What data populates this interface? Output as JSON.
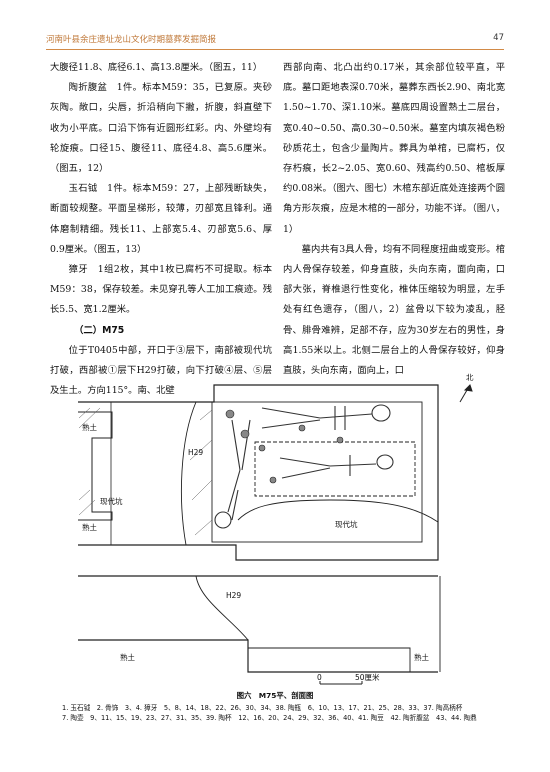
{
  "header": {
    "title": "河南叶县余庄遗址龙山文化时期墓葬发掘简报",
    "page": "47"
  },
  "left_paragraphs": [
    {
      "cls": "",
      "text": "大腹径11.8、底径6.1、高13.8厘米。（图五，11）"
    },
    {
      "cls": "ind",
      "text": "陶折腹盆　1件。标本M59：35，已复原。夹砂灰陶。敞口，尖唇，折沿稍向下撇，折腹，斜直壁下收为小平底。口沿下饰有近圆形红彩。内、外壁均有轮旋痕。口径15、腹径11、底径4.8、高5.6厘米。（图五，12）"
    },
    {
      "cls": "ind",
      "text": "玉石钺　1件。标本M59：27，上部残断缺失，断面较规整。平面呈梯形，较薄，刃部宽且锋利。通体磨制精细。残长11、上部宽5.4、刃部宽5.6、厚0.9厘米。（图五，13）"
    },
    {
      "cls": "ind",
      "text": "獐牙　1组2枚，其中1枚已腐朽不可提取。标本M59：38，保存较差。未见穿孔等人工加工痕迹。残长5.5、宽1.2厘米。"
    },
    {
      "cls": "h",
      "text": "（二）M75"
    },
    {
      "cls": "ind",
      "text": "位于T0405中部，开口于③层下，南部被现代坑打破，西部被①层下H29打破，向下打破④层、⑤层及生土。方向115°。南、北壁"
    }
  ],
  "right_paragraphs": [
    {
      "cls": "",
      "text": "西部向南、北凸出约0.17米，其余部位较平直，平底。墓口距地表深0.70米，墓葬东西长2.90、南北宽1.50~1.70、深1.10米。墓底四周设置熟土二层台，宽0.40~0.50、高0.30~0.50米。墓室内填灰褐色粉砂质花土，包含少量陶片。葬具为单棺，已腐朽，仅存朽痕，长2~2.05、宽0.60、残高约0.50、棺板厚约0.08米。（图六、图七）木棺东部近底处连接两个圆角方形灰痕，应是木棺的一部分，功能不详。（图八，1）"
    },
    {
      "cls": "ind",
      "text": "墓内共有3具人骨，均有不同程度扭曲或变形。棺内人骨保存较差，仰身直肢，头向东南，面向南，口部大张，脊椎退行性变化，椎体压缩较为明显，左手处有红色遗存，（图八，2）盆骨以下较为凌乱，胫骨、腓骨难辨，足部不存，应为30岁左右的男性，身高1.55米以上。北侧二层台上的人骨保存较好，仰身直肢，头向东南，面向上，口"
    }
  ],
  "figure": {
    "north": "北",
    "h29": "H29",
    "shutu": "熟土",
    "xiandai": "现代坑",
    "scale_0": "0",
    "scale_50": "50厘米"
  },
  "caption": "图六　M75平、剖面图",
  "legend": [
    "1. 玉石钺　2. 骨饰　3、4. 獐牙　5、8、14、18、22、26、30、34、38. 陶瓶　6、10、13、17、21、25、28、33、37. 陶高柄杯",
    "7. 陶壶　9、11、15、19、23、27、31、35、39. 陶杯　12、16、20、24、29、32、36、40、41. 陶豆　42. 陶折腹盆　43、44. 陶鼎"
  ]
}
